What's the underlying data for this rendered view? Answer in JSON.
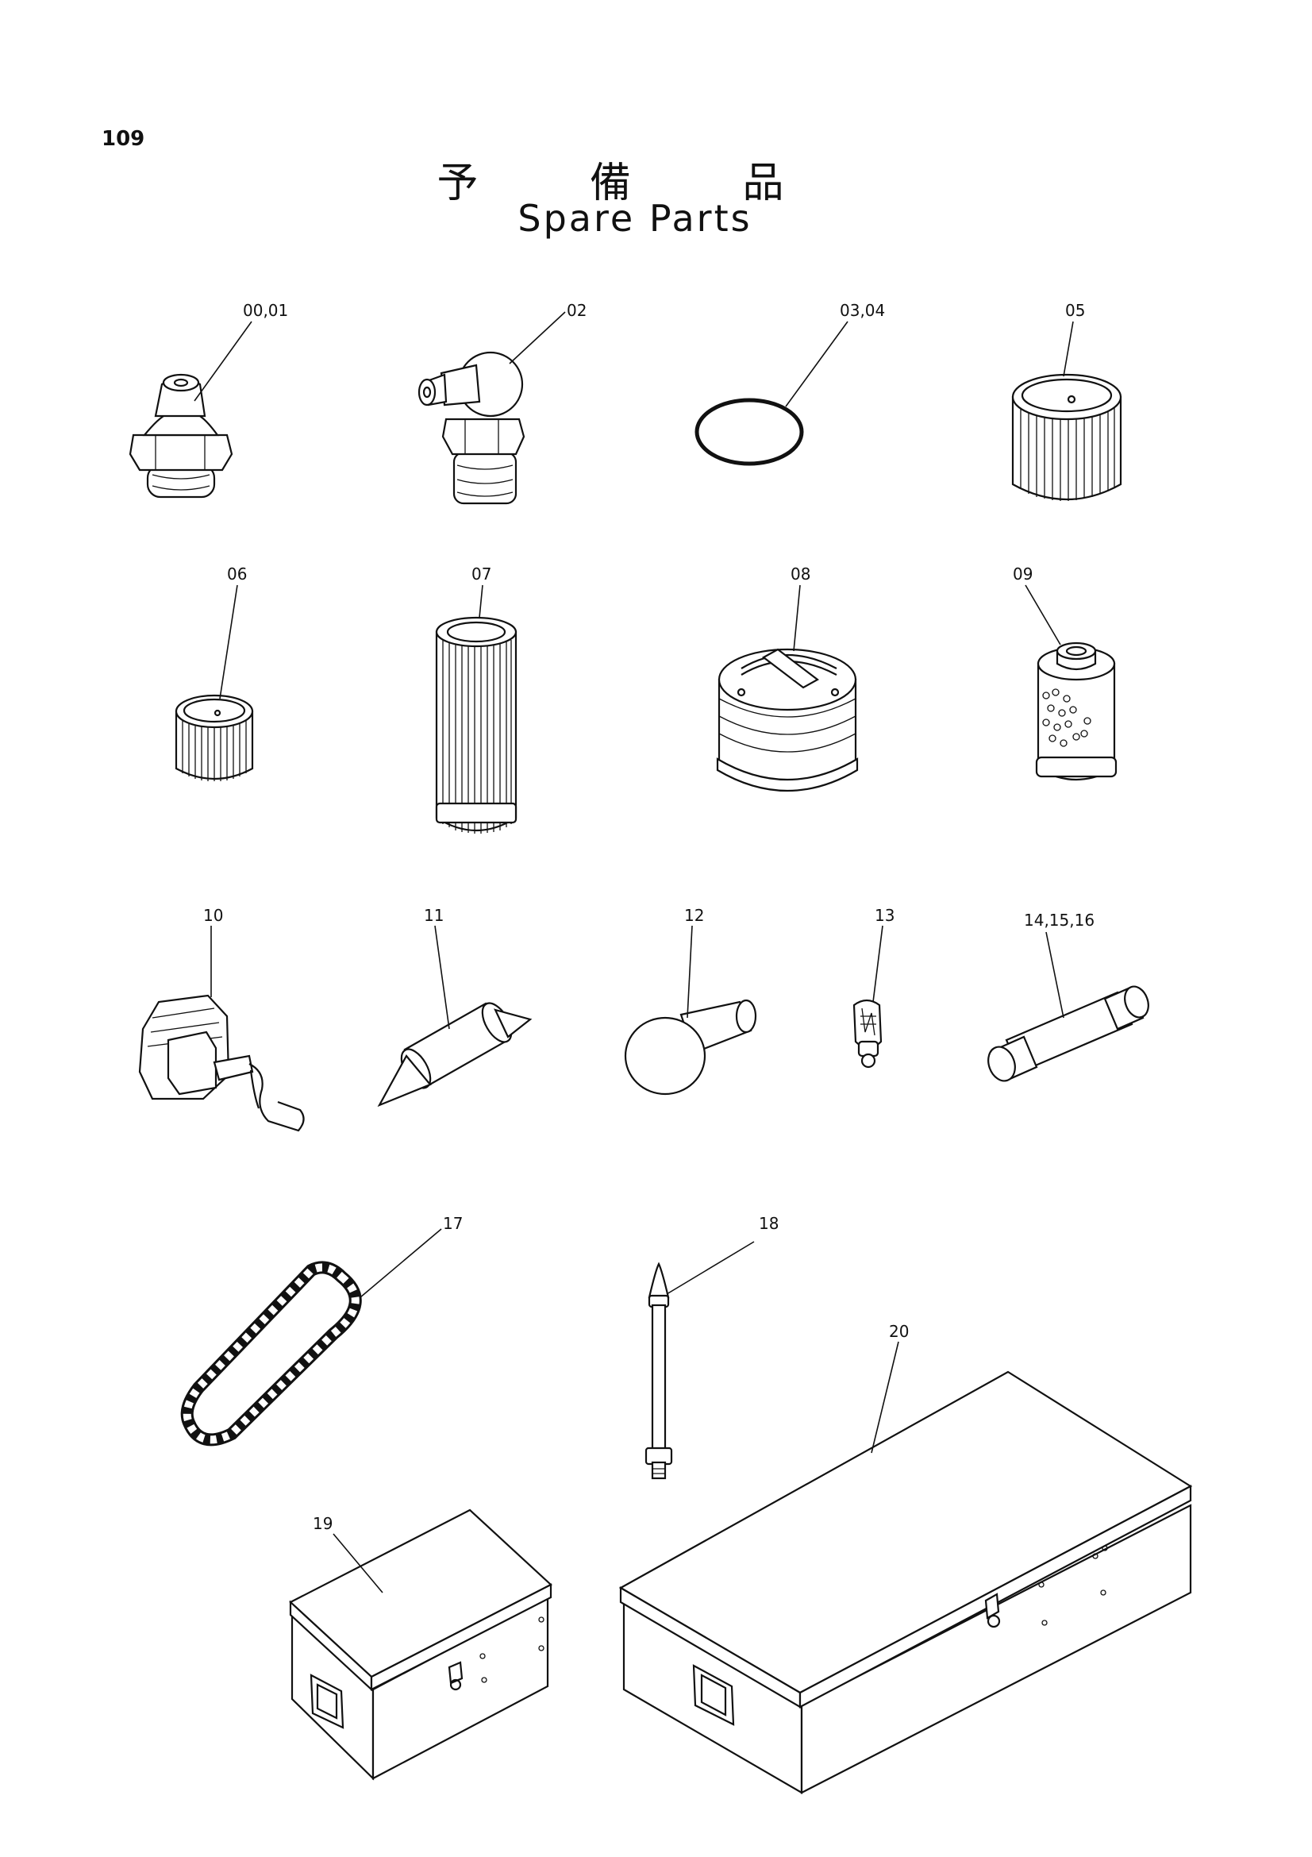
{
  "page_number": "109",
  "title_jp": "予 備 品",
  "title_en": "Spare Parts",
  "callouts": {
    "c00_01": "00,01",
    "c02": "02",
    "c03_04": "03,04",
    "c05": "05",
    "c06": "06",
    "c07": "07",
    "c08": "08",
    "c09": "09",
    "c10": "10",
    "c11": "11",
    "c12": "12",
    "c13": "13",
    "c14_15_16": "14,15,16",
    "c17": "17",
    "c18": "18",
    "c19": "19",
    "c20": "20"
  }
}
